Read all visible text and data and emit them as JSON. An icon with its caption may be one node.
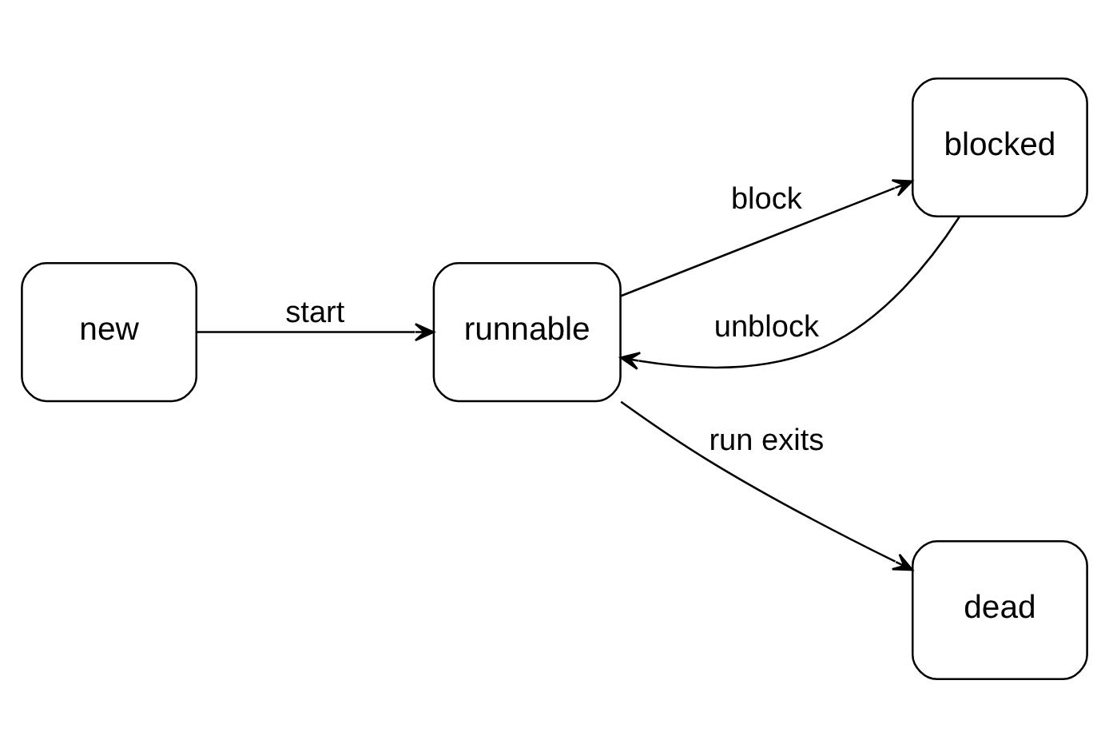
{
  "diagram": {
    "nodes": [
      {
        "text": [
          "new"
        ]
      },
      {
        "text": [
          "runnable"
        ]
      },
      {
        "text": [
          "blocked"
        ]
      },
      {
        "text": [
          "dead"
        ]
      }
    ],
    "edges": [
      {
        "from": 0,
        "to": 1,
        "arrow": "to",
        "label": "start"
      },
      {
        "from": 1,
        "to": 2,
        "arrow": "to",
        "label": "block"
      },
      {
        "from": 2,
        "to": 1,
        "arrow": "to",
        "label": "unblock"
      },
      {
        "from": 1,
        "to": 3,
        "arrow": "to",
        "label": "run exits"
      }
    ]
  }
}
